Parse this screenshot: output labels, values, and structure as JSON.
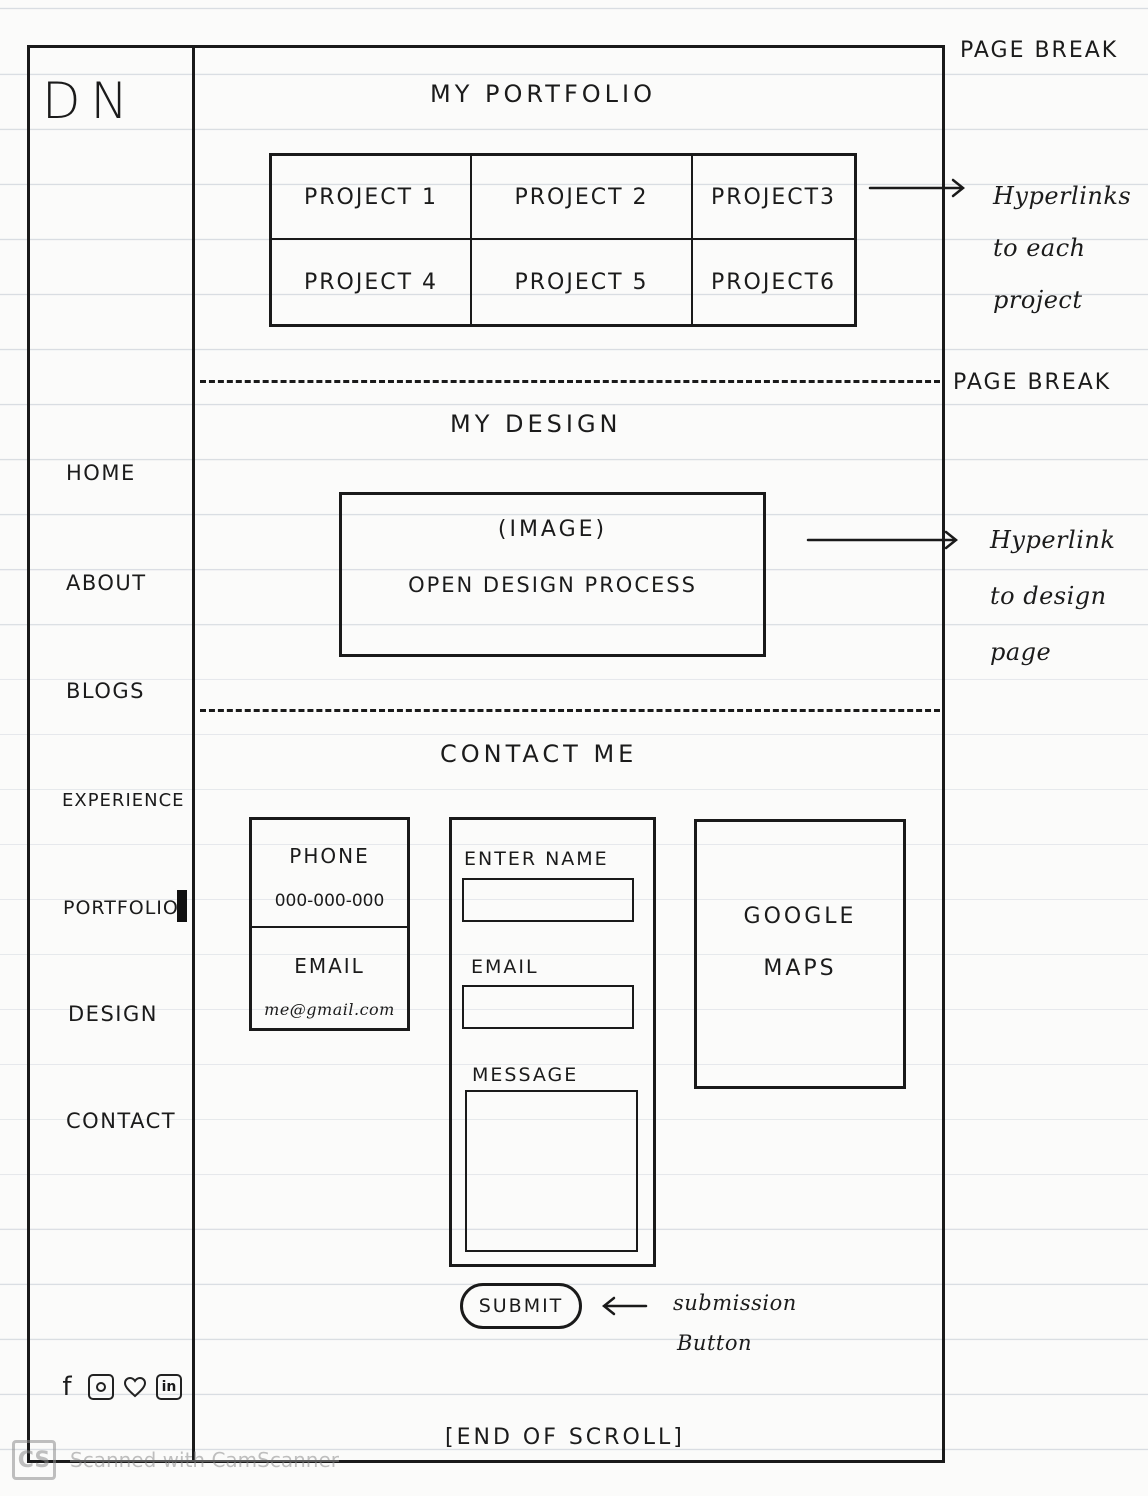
{
  "logo": "DN",
  "sidebar": {
    "items": [
      {
        "label": "HOME"
      },
      {
        "label": "ABOUT"
      },
      {
        "label": "BLOGS"
      },
      {
        "label": "EXPERIENCE"
      },
      {
        "label": "PORTFOLIO"
      },
      {
        "label": "DESIGN"
      },
      {
        "label": "CONTACT"
      }
    ],
    "social": [
      "facebook-icon",
      "instagram-icon",
      "heart-icon",
      "linkedin-icon"
    ],
    "linkedin_label": "in",
    "facebook_label": "f"
  },
  "portfolio": {
    "title": "MY PORTFOLIO",
    "projects": [
      "PROJECT 1",
      "PROJECT 2",
      "PROJECT3",
      "PROJECT 4",
      "PROJECT 5",
      "PROJECT6"
    ]
  },
  "design": {
    "title": "MY DESIGN",
    "image_label": "(IMAGE)",
    "process_label": "OPEN DESIGN PROCESS"
  },
  "contact": {
    "title": "CONTACT ME",
    "phone_label": "PHONE",
    "phone_value": "000-000-000",
    "email_label": "EMAIL",
    "email_value": "me@gmail.com",
    "form": {
      "name_label": "ENTER NAME",
      "email_label": "EMAIL",
      "message_label": "MESSAGE"
    },
    "maps_line1": "GOOGLE",
    "maps_line2": "MAPS",
    "submit_label": "SUBMIT"
  },
  "end_label": "[END OF SCROLL]",
  "annotations": {
    "page_break": "PAGE BREAK",
    "projects_note": [
      "Hyperlinks",
      "to each",
      "project"
    ],
    "design_note": [
      "Hyperlink",
      "to design",
      "page"
    ],
    "submit_note": [
      "submission",
      "Button"
    ]
  },
  "watermark": {
    "logo": "CS",
    "text": "Scanned with CamScanner"
  }
}
